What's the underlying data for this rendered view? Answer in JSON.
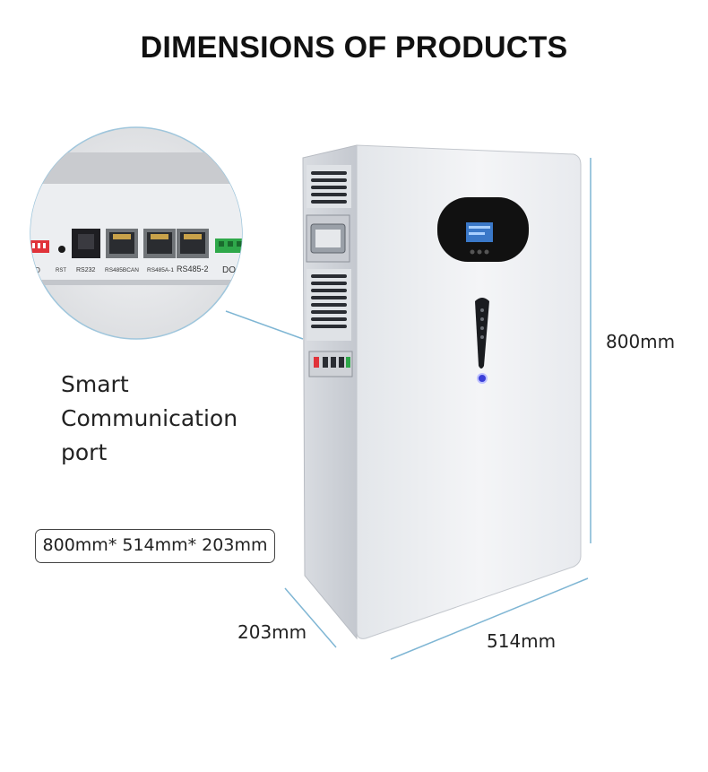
{
  "title": "DIMENSIONS OF PRODUCTS",
  "caption": {
    "line1": "Smart",
    "line2": "Communication",
    "line3": "port"
  },
  "summary": "800mm* 514mm* 203mm",
  "dimensions": {
    "height": "800mm",
    "width": "514mm",
    "depth": "203mm"
  },
  "ports": {
    "add": "ADD",
    "rst": "RST",
    "rs232": "RS232",
    "rs485can": "RS485BCAN",
    "rs485_1": "RS485A-1",
    "rs485_2": "RS485-2",
    "do": "DO"
  },
  "colors": {
    "display_bezel": "#111111",
    "display_screen": "#3a78c8",
    "port_green": "#2fa84a",
    "dip_red": "#e0333a",
    "leader_line": "#7fb6d4"
  }
}
